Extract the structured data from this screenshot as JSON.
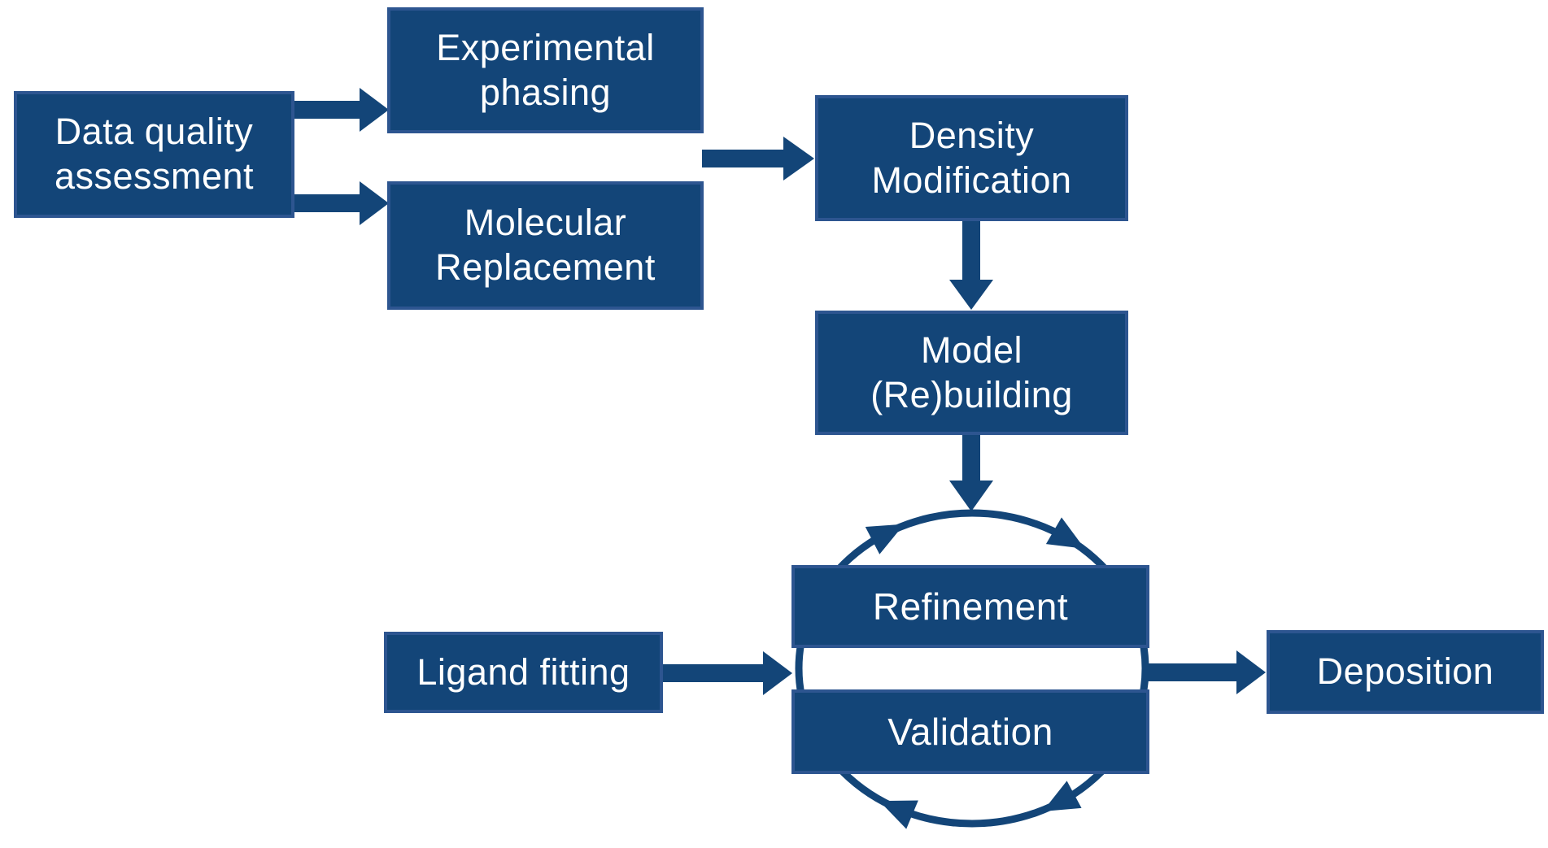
{
  "diagram": {
    "nodes": {
      "data_quality": {
        "label": "Data quality\nassessment"
      },
      "experimental_phasing": {
        "label": "Experimental\nphasing"
      },
      "molecular_replacement": {
        "label": "Molecular\nReplacement"
      },
      "density_modification": {
        "label": "Density\nModification"
      },
      "model_rebuilding": {
        "label": "Model\n(Re)building"
      },
      "refinement": {
        "label": "Refinement"
      },
      "validation": {
        "label": "Validation"
      },
      "ligand_fitting": {
        "label": "Ligand fitting"
      },
      "deposition": {
        "label": "Deposition"
      }
    },
    "edges": [
      {
        "from": "Data quality assessment",
        "to": "Experimental phasing"
      },
      {
        "from": "Data quality assessment",
        "to": "Molecular Replacement"
      },
      {
        "from": "Experimental phasing / Molecular Replacement",
        "to": "Density Modification"
      },
      {
        "from": "Density Modification",
        "to": "Model (Re)building"
      },
      {
        "from": "Model (Re)building",
        "to": "Refinement-Validation cycle"
      },
      {
        "from": "Ligand fitting",
        "to": "Refinement-Validation cycle"
      },
      {
        "from": "Refinement-Validation cycle",
        "to": "Deposition"
      }
    ],
    "cycle": {
      "members": [
        "Refinement",
        "Validation"
      ],
      "direction": "clockwise"
    },
    "colors": {
      "box_fill": "#134578",
      "box_border": "#2D5590",
      "arrow": "#134578",
      "text": "#FFFFFF",
      "background": "#FFFFFF"
    }
  }
}
